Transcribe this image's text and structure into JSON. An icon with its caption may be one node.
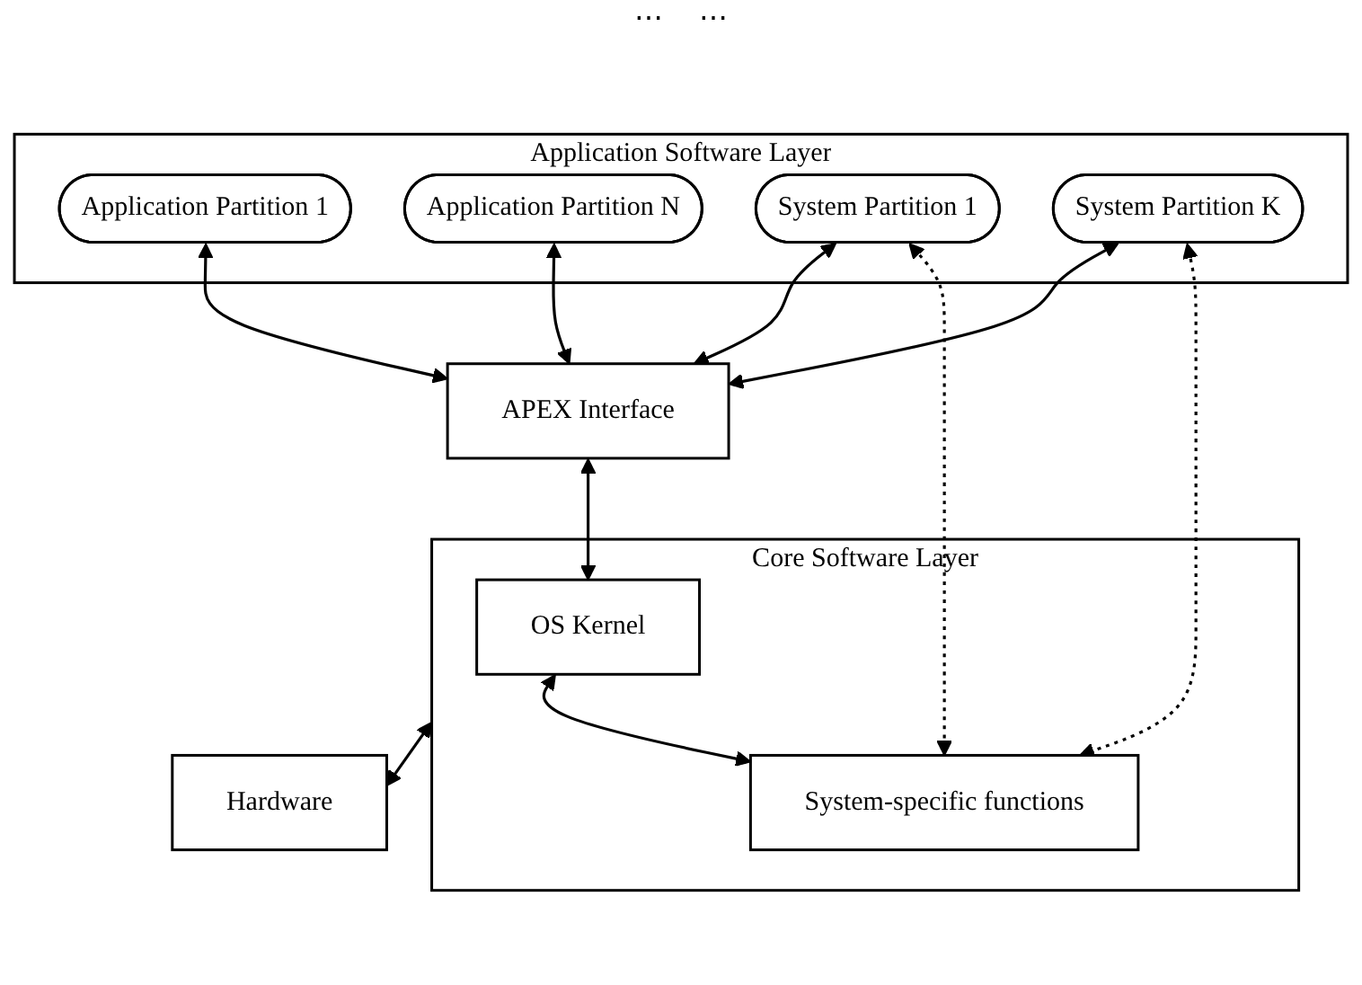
{
  "diagram": {
    "nodes": [
      {
        "text": [
          "Application Software Layer"
        ]
      },
      {
        "text": [
          "Application Partition 1"
        ],
        "in": 0
      },
      {
        "text": [
          "Application Partition N"
        ],
        "in": 0
      },
      {
        "text": [
          "System Partition 1"
        ],
        "in": 0
      },
      {
        "text": [
          "System Partition K"
        ],
        "in": 0
      },
      {
        "text": [
          "APEX Interface"
        ]
      },
      {
        "text": [
          "Core Software Layer"
        ]
      },
      {
        "text": [
          "OS Kernel"
        ],
        "in": 6
      },
      {
        "text": [
          "System-specific functions"
        ],
        "in": 6
      },
      {
        "text": [
          "Hardware"
        ]
      }
    ],
    "edges": [
      {
        "from": 1,
        "to": 5,
        "arrow": "both"
      },
      {
        "from": 2,
        "to": 5,
        "arrow": "both"
      },
      {
        "from": 3,
        "to": 5,
        "arrow": "both"
      },
      {
        "from": 4,
        "to": 5,
        "arrow": "both"
      },
      {
        "from": 3,
        "to": 8,
        "arrow": "both",
        "style": "dashed"
      },
      {
        "from": 4,
        "to": 8,
        "arrow": "both",
        "style": "dashed"
      },
      {
        "from": 5,
        "to": 7,
        "arrow": "both"
      },
      {
        "from": 7,
        "to": 8,
        "arrow": "both"
      },
      {
        "from": 6,
        "to": 9,
        "arrow": "both"
      }
    ],
    "labels": [
      "⋯",
      "⋯"
    ]
  }
}
